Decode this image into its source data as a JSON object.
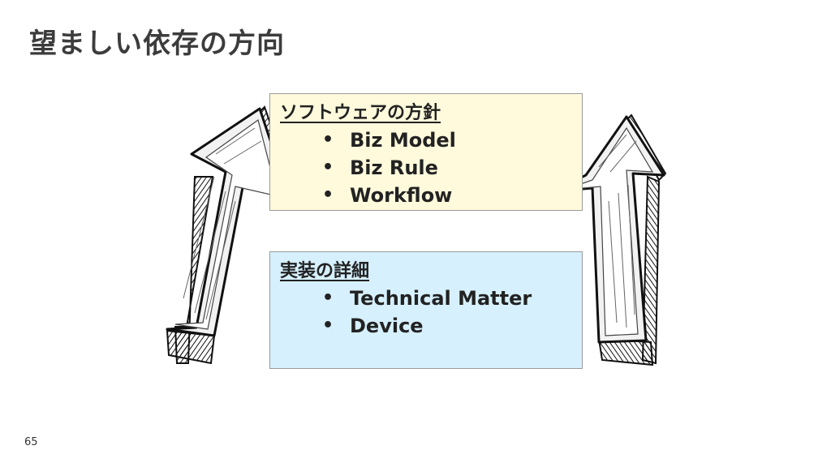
{
  "slide": {
    "title": "望ましい依存の方向",
    "page_number": "65"
  },
  "policy_box": {
    "heading": "ソフトウェアの方針",
    "items": [
      "Biz Model",
      "Biz Rule",
      "Workflow"
    ],
    "background": "#fffadc"
  },
  "detail_box": {
    "heading": "実装の詳細",
    "items": [
      "Technical Matter",
      "Device"
    ],
    "background": "#d6f0fd"
  },
  "arrows": {
    "left": {
      "icon": "sketch-up-arrow-icon",
      "direction": "up"
    },
    "right": {
      "icon": "sketch-up-arrow-icon",
      "direction": "up"
    }
  }
}
